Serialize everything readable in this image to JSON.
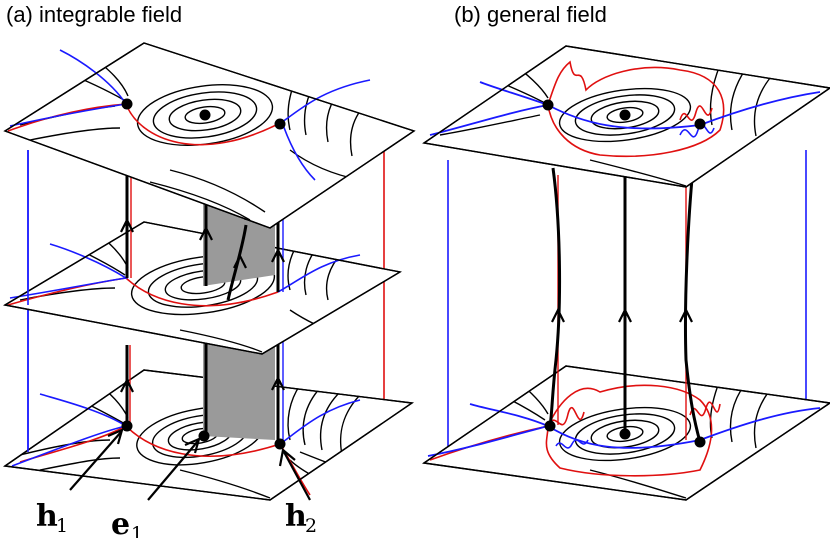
{
  "panels": [
    {
      "id": "a",
      "title": "(a) integrable field"
    },
    {
      "id": "b",
      "title": "(b) general field"
    }
  ],
  "labels": {
    "h1": {
      "main": "h",
      "sub": "1"
    },
    "e1": {
      "main": "e",
      "sub": "1"
    },
    "h2": {
      "main": "h",
      "sub": "2"
    }
  },
  "colors": {
    "contour": "#000000",
    "separatrix_blue": "#1a1aff",
    "separatrix_red": "#e01010",
    "ribbon": "#9a9a9a",
    "fieldline": "#000000"
  }
}
